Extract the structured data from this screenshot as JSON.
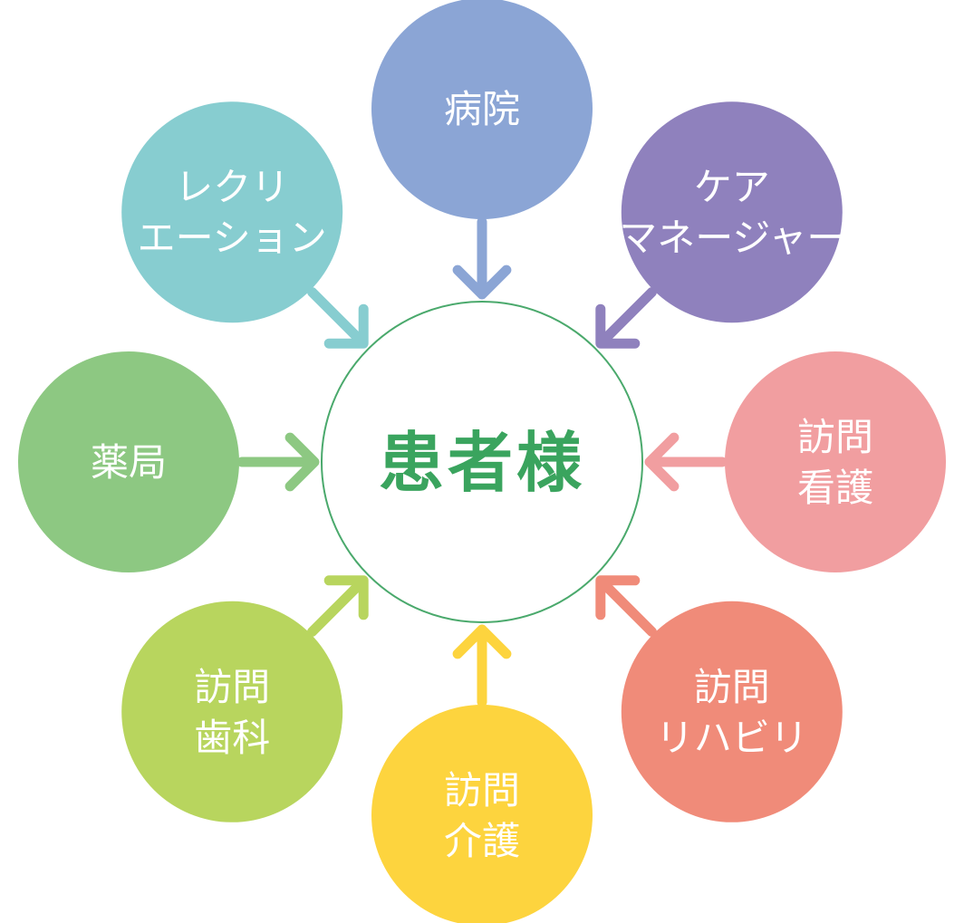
{
  "center": {
    "label": "患者様",
    "color": "#3aa45e",
    "ring": "#4aa96c"
  },
  "nodes": [
    {
      "id": "hospital",
      "lines": [
        "病院"
      ],
      "color": "#8ba5d5"
    },
    {
      "id": "care-manager",
      "lines": [
        "ケア",
        "マネージャー"
      ],
      "color": "#8f81bd"
    },
    {
      "id": "home-nursing",
      "lines": [
        "訪問",
        "看護"
      ],
      "color": "#f19ea0"
    },
    {
      "id": "home-rehab",
      "lines": [
        "訪問",
        "リハビリ"
      ],
      "color": "#f08b79"
    },
    {
      "id": "home-care",
      "lines": [
        "訪問",
        "介護"
      ],
      "color": "#fdd43e"
    },
    {
      "id": "home-dental",
      "lines": [
        "訪問",
        "歯科"
      ],
      "color": "#b8d55e"
    },
    {
      "id": "pharmacy",
      "lines": [
        "薬局"
      ],
      "color": "#8dc882"
    },
    {
      "id": "recreation",
      "lines": [
        "レクリ",
        "エーション"
      ],
      "color": "#87cdd0"
    }
  ]
}
